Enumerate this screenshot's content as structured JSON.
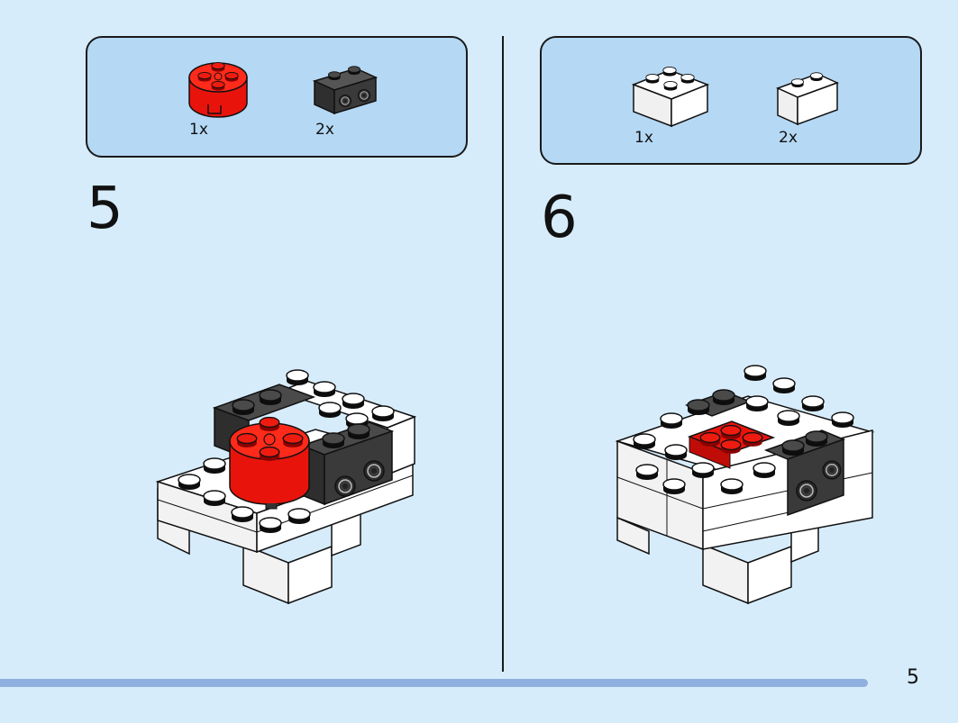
{
  "steps": [
    {
      "number": "5",
      "parts": [
        {
          "icon": "red-round-brick-2x2-icon",
          "quantity": "1x",
          "color": "#e8140c"
        },
        {
          "icon": "black-brick-1x2-studs-on-side-icon",
          "quantity": "2x",
          "color": "#333333"
        }
      ]
    },
    {
      "number": "6",
      "parts": [
        {
          "icon": "white-brick-2x2-icon",
          "quantity": "1x",
          "color": "#ffffff"
        },
        {
          "icon": "white-brick-1x2-icon",
          "quantity": "2x",
          "color": "#ffffff"
        }
      ]
    }
  ],
  "page_number": "5",
  "colors": {
    "background": "#d7ecfb",
    "parts_box": "#b5d8f4",
    "progress_bar": "#8fb0de"
  }
}
